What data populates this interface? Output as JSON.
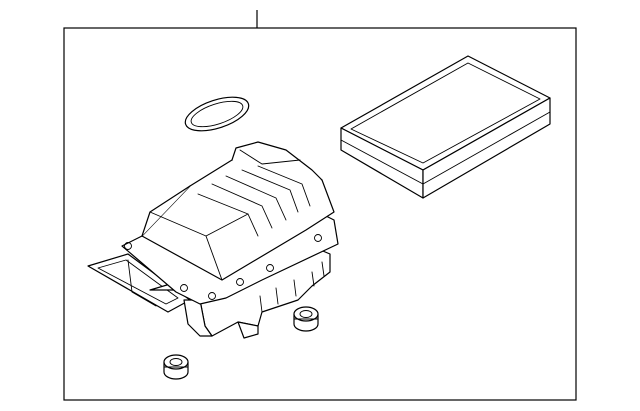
{
  "diagram": {
    "type": "exploded-parts-illustration",
    "labels": [],
    "colors": {
      "line": "#000000",
      "background": "#ffffff"
    },
    "parts": [
      {
        "name": "air-cleaner-housing"
      },
      {
        "name": "air-filter-element"
      },
      {
        "name": "seal-ring"
      },
      {
        "name": "rubber-grommet-upper"
      },
      {
        "name": "rubber-grommet-lower"
      }
    ]
  }
}
